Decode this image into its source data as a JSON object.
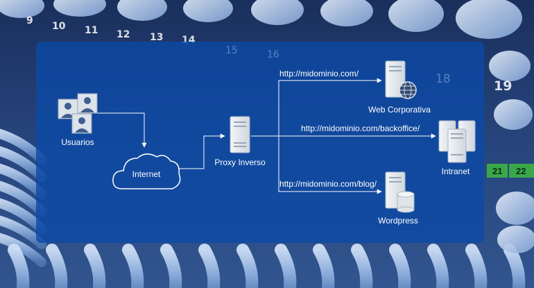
{
  "background": {
    "port_numbers_top": [
      "9",
      "10",
      "11",
      "12",
      "13",
      "14"
    ],
    "port_numbers_panel": [
      "15",
      "16",
      "18"
    ],
    "port_number_right": "19",
    "port_numbers_green": [
      "21",
      "22"
    ]
  },
  "colors": {
    "panel_overlay": "#0b4aa6",
    "lines": "#ffffff",
    "icon_fill": "#e8edf3",
    "icon_stroke": "#a9b4c2",
    "port_green": "#3aa84a"
  },
  "diagram": {
    "nodes": {
      "users": {
        "label": "Usuarios",
        "icon": "users-icon"
      },
      "internet": {
        "label": "Internet",
        "icon": "cloud-icon"
      },
      "proxy": {
        "label": "Proxy Inverso",
        "icon": "server-icon"
      },
      "web": {
        "label": "Web Corporativa",
        "icon": "web-server-globe-icon"
      },
      "intranet": {
        "label": "Intranet",
        "icon": "server-cluster-icon"
      },
      "wordpress": {
        "label": "Wordpress",
        "icon": "server-database-icon"
      }
    },
    "routes": {
      "web": "http://midominio.com/",
      "intranet": "http://midominio.com/backoffice/",
      "wordpress": "http://midominio.com/blog/"
    }
  }
}
